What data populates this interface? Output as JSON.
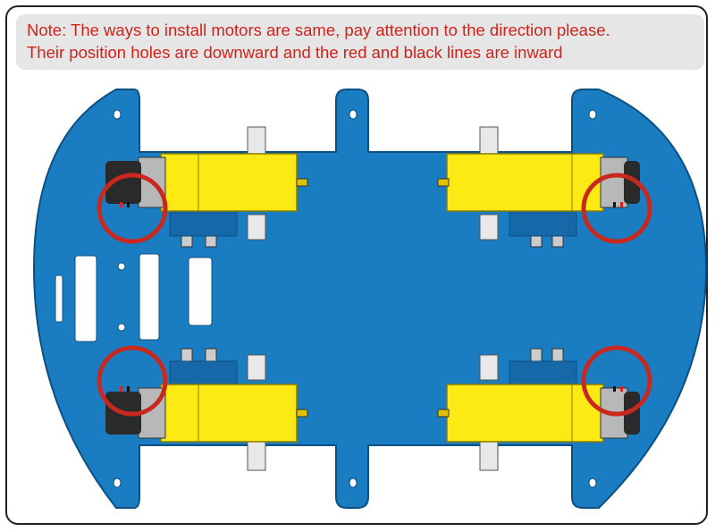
{
  "note": {
    "line1": "Note: The ways to install motors are same, pay attention to the direction please.",
    "line2": "Their position holes are downward and the red and black lines are inward"
  },
  "colors": {
    "chassis": "#1a7cc1",
    "motor_body": "#fdea14",
    "motor_cap": "#2a2a2a",
    "highlight_circle": "#c8281e",
    "note_text": "#d0231c",
    "note_background": "#e6e6e6"
  },
  "diagram": {
    "motors": [
      "front-left",
      "front-right",
      "rear-left",
      "rear-right"
    ],
    "highlighted": [
      "front-left",
      "front-right",
      "rear-left",
      "rear-right"
    ]
  }
}
